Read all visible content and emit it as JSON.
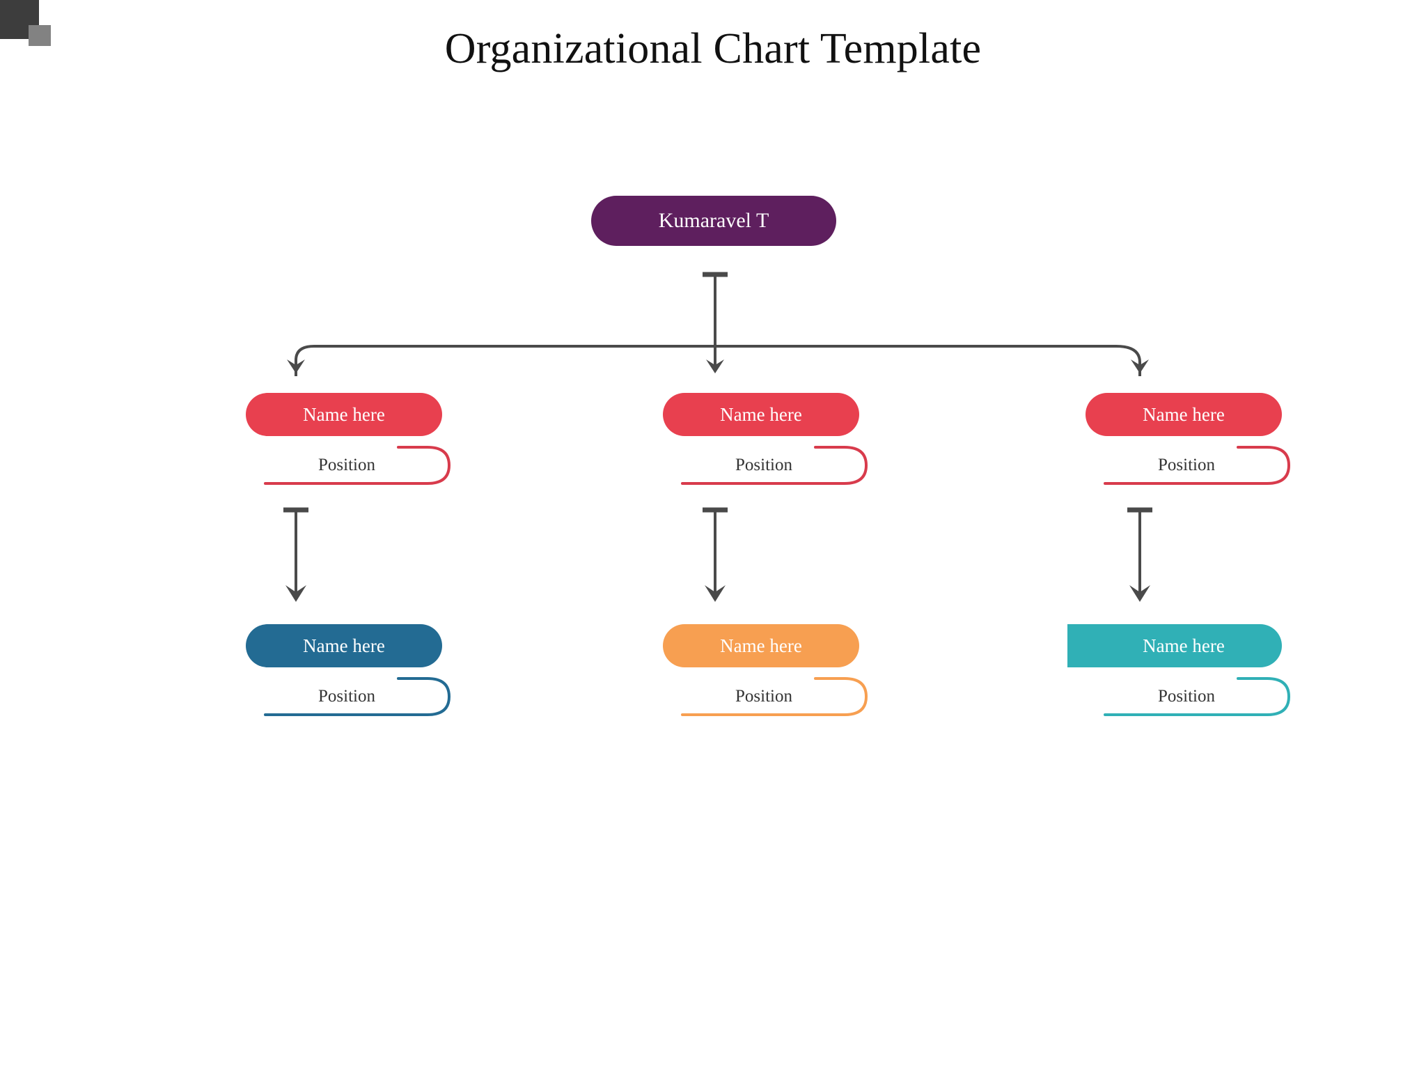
{
  "page": {
    "title": "Organizational Chart Template",
    "background_color": "#ffffff"
  },
  "decor": {
    "square_dark_color": "#3d3d3d",
    "square_gray_color": "#828282"
  },
  "connectors": {
    "line_color": "#4a4a4a",
    "arrow_count_row1": 3,
    "arrow_count_row2": 3
  },
  "chart_data": {
    "type": "diagram",
    "title": "Organizational Chart Template",
    "root": {
      "name": "Kumaravel T",
      "color": "#5e1f5e",
      "text_color": "#ffffff"
    },
    "columns": [
      {
        "level1": {
          "name": "Name here",
          "position": "Position",
          "color": "#e8404f",
          "outline_color": "#d83b4c",
          "text_color": "#ffffff",
          "position_text_color": "#343434",
          "notched": false
        },
        "level2": {
          "name": "Name here",
          "position": "Position",
          "color": "#236b93",
          "outline_color": "#236b93",
          "text_color": "#ffffff",
          "position_text_color": "#343434",
          "notched": false
        }
      },
      {
        "level1": {
          "name": "Name here",
          "position": "Position",
          "color": "#e8404f",
          "outline_color": "#d83b4c",
          "text_color": "#ffffff",
          "position_text_color": "#343434",
          "notched": false
        },
        "level2": {
          "name": "Name here",
          "position": "Position",
          "color": "#f79f51",
          "outline_color": "#f79f51",
          "text_color": "#ffffff",
          "position_text_color": "#343434",
          "notched": false
        }
      },
      {
        "level1": {
          "name": "Name here",
          "position": "Position",
          "color": "#e8404f",
          "outline_color": "#d83b4c",
          "text_color": "#ffffff",
          "position_text_color": "#343434",
          "notched": false
        },
        "level2": {
          "name": "Name here",
          "position": "Position",
          "color": "#30b0b6",
          "outline_color": "#30b0b6",
          "text_color": "#ffffff",
          "position_text_color": "#343434",
          "notched": true
        }
      }
    ]
  }
}
